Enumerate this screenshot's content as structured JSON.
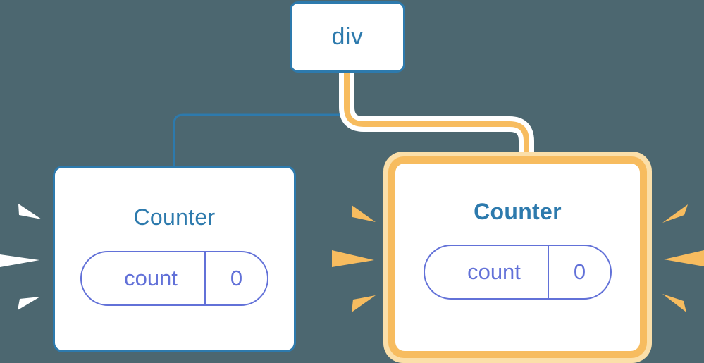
{
  "diagram": {
    "title": "react-component-tree-rerender",
    "background_color": "#4c6770",
    "nodes": {
      "root": {
        "label": "div",
        "border_color": "#2d7aad",
        "highlighted": "false"
      },
      "counter_left": {
        "label": "Counter",
        "border_color": "#2d7aad",
        "highlighted": "false",
        "state": {
          "key": "count",
          "value": "0",
          "color": "#6271d8"
        }
      },
      "counter_right": {
        "label": "Counter",
        "border_color": "#f7bc5f",
        "halo_color": "#fbdfa9",
        "highlighted": "true",
        "state": {
          "key": "count",
          "value": "0",
          "color": "#6271d8"
        }
      }
    },
    "edges": [
      {
        "name": "edge-div-to-counter-left",
        "from": "root",
        "to": "counter_left",
        "color": "#2d7aad",
        "style": "thin"
      },
      {
        "name": "edge-div-to-counter-right",
        "from": "root",
        "to": "counter_right",
        "color": "#f7bc5f",
        "style": "thick-haloed"
      }
    ],
    "sparkles": [
      {
        "name": "sparkle-burst-left-of-counter-left",
        "color": "#ffffff"
      },
      {
        "name": "sparkle-burst-right-of-counter-left",
        "color": "#f7bc5f"
      },
      {
        "name": "sparkle-burst-right-of-counter-right",
        "color": "#f7bc5f"
      }
    ]
  }
}
